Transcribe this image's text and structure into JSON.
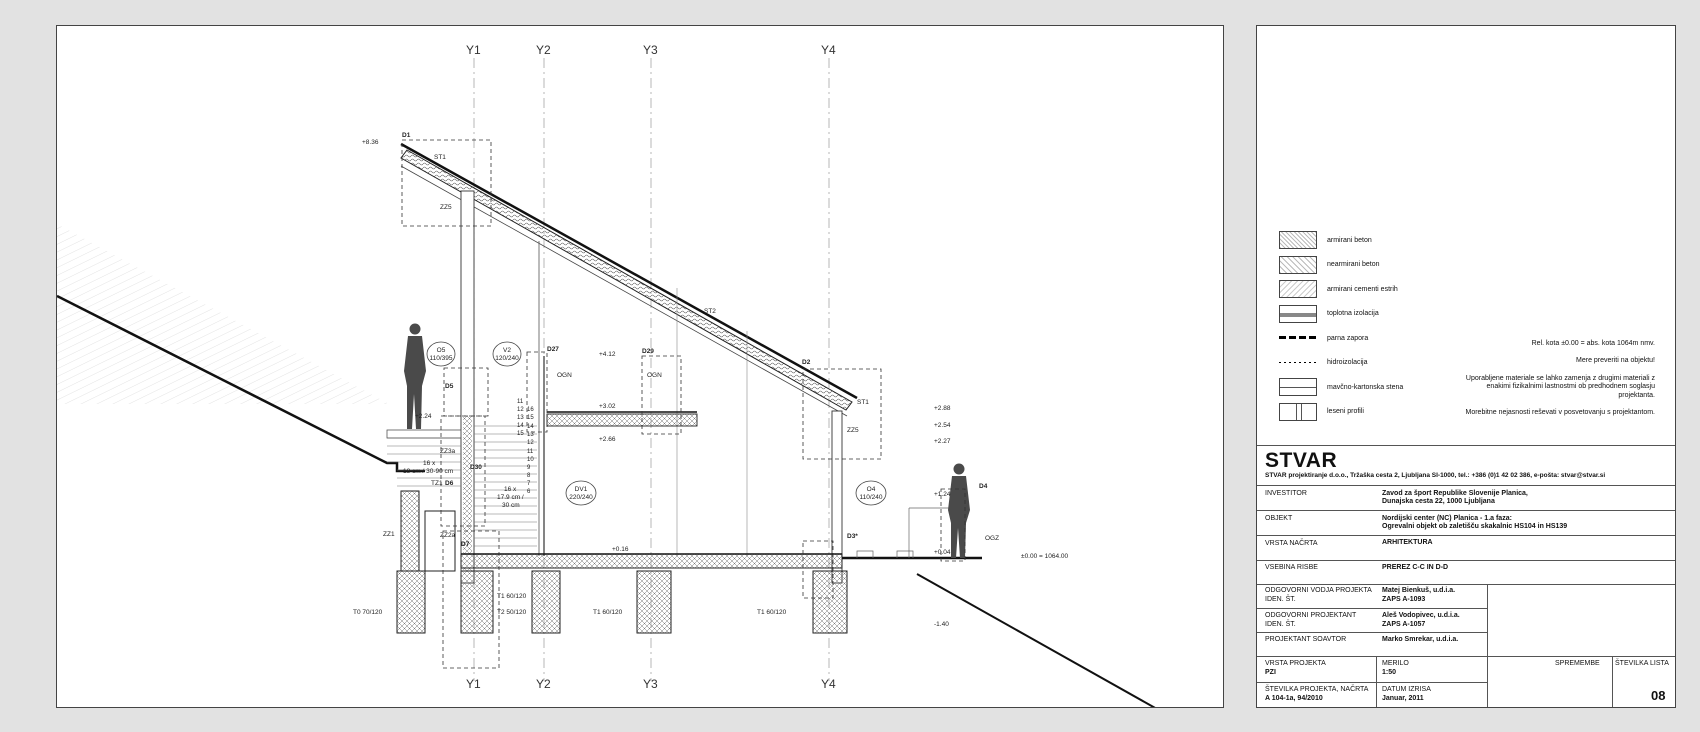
{
  "drawing": {
    "axis_labels": [
      "Y1",
      "Y2",
      "Y3",
      "Y4"
    ],
    "level_marks": {
      "top": "+8.36",
      "l1": "+4.12",
      "l2": "+3.02",
      "l3": "+2.66",
      "l4": "+0.16",
      "l5": "+2.88",
      "l6": "+2.54",
      "l7": "+2.27",
      "l8": "+1.24",
      "l9": "+0.04",
      "l10": "±0.00 = 1064.00",
      "l11": "-1.40",
      "l12": "+2.24"
    },
    "details": {
      "d1": "D1",
      "d2": "D2",
      "d3": "D3*",
      "d4": "D4",
      "d5": "D5",
      "d6": "D6",
      "d7": "D7",
      "d27": "D27",
      "d29": "D29",
      "d30": "D30",
      "st1a": "ST1",
      "st1b": "ST1",
      "st2": "ST2",
      "zz5a": "ZZ5",
      "zz5b": "ZZ5",
      "zz3a": "ZZ3a",
      "zz2a": "ZZ2a",
      "zz1": "ZZ1",
      "tz1": "TZ1",
      "ogn1": "OGN",
      "ogn2": "OGN",
      "ogz": "OGZ"
    },
    "openings": {
      "o5_name": "O5",
      "o5_size": "110/395",
      "v2_name": "V2",
      "v2_size": "120/240",
      "dv1_name": "DV1",
      "dv1_size": "220/240",
      "o4_name": "O4",
      "o4_size": "110/240"
    },
    "stairs": {
      "upper_count": "16 x",
      "upper_dims": "18 cm / 30-90 cm",
      "lower_count": "16 x",
      "lower_dims": "17.9 cm /",
      "lower_dims2": "30 cm",
      "steps": [
        "16",
        "15",
        "14",
        "13",
        "12",
        "11",
        "10",
        "9",
        "8",
        "7",
        "6"
      ],
      "side_numbers": [
        "11",
        "12",
        "13",
        "14",
        "15"
      ]
    },
    "footings": {
      "t0": "T0 70/120",
      "t1a": "T1 60/120",
      "t2": "T2 50/120",
      "t1b": "T1 60/120",
      "t1c": "T1 60/120"
    }
  },
  "legend": [
    "armirani beton",
    "nearmirani beton",
    "armirani cementi estrih",
    "toplotna izolacija",
    "parna zapora",
    "hidroizolacija",
    "mavčno-kartonska stena",
    "leseni profili"
  ],
  "notes": [
    "Rel. kota ±0.00 = abs. kota 1064m nmv.",
    "Mere preveriti na objektu!",
    "Uporabljene materiale se lahko zamenja z drugimi materiali z enakimi fizikalnimi lastnostmi ob predhodnem soglasju projektanta.",
    "Morebitne nejasnosti reševati v posvetovanju s projektantom."
  ],
  "title_block": {
    "brand": "STVAR",
    "firm": "STVAR projektiranje d.o.o., Tržaška cesta 2, Ljubljana SI-1000, tel.: +386 (0)1 42 02 386, e-pošta: stvar@stvar.si",
    "investitor_label": "INVESTITOR",
    "investitor_l1": "Zavod za šport Republike Slovenije Planica,",
    "investitor_l2": "Dunajska cesta 22, 1000 Ljubljana",
    "objekt_label": "OBJEKT",
    "objekt_l1": "Nordijski center (NC) Planica - 1.a faza:",
    "objekt_l2": "Ogrevalni objekt ob zaletišču skakalnic HS104 in HS139",
    "vrsta_nacrta_label": "VRSTA NAČRTA",
    "vrsta_nacrta_value": "ARHITEKTURA",
    "vsebina_label": "VSEBINA RISBE",
    "vsebina_value": "PREREZ C-C IN D-D",
    "vodja_label": "ODGOVORNI VODJA PROJEKTA",
    "vodja_iden_label": "IDEN. ŠT.",
    "vodja_name": "Matej Bienkuš, u.d.i.a.",
    "vodja_id": "ZAPS  A-1093",
    "projektant_label": "ODGOVORNI PROJEKTANT",
    "projektant_iden_label": "IDEN. ŠT.",
    "projektant_name": "Aleš Vodopivec, u.d.i.a.",
    "projektant_id": "ZAPS  A-1057",
    "soavtor_label": "PROJEKTANT SOAVTOR",
    "soavtor_name": "Marko Smrekar, u.d.i.a.",
    "vrsta_projekta_label": "VRSTA PROJEKTA",
    "vrsta_projekta_value": "PZI",
    "merilo_label": "MERILO",
    "merilo_value": "1:50",
    "spremembe_label": "SPREMEMBE",
    "stevilka_lista_label": "ŠTEVILKA LISTA",
    "stevilka_lista_value": "08",
    "stevilka_projekta_label": "ŠTEVILKA PROJEKTA, NAČRTA",
    "stevilka_projekta_value": "A 104-1a, 94/2010",
    "datum_label": "DATUM IZRISA",
    "datum_value": "Januar, 2011"
  }
}
